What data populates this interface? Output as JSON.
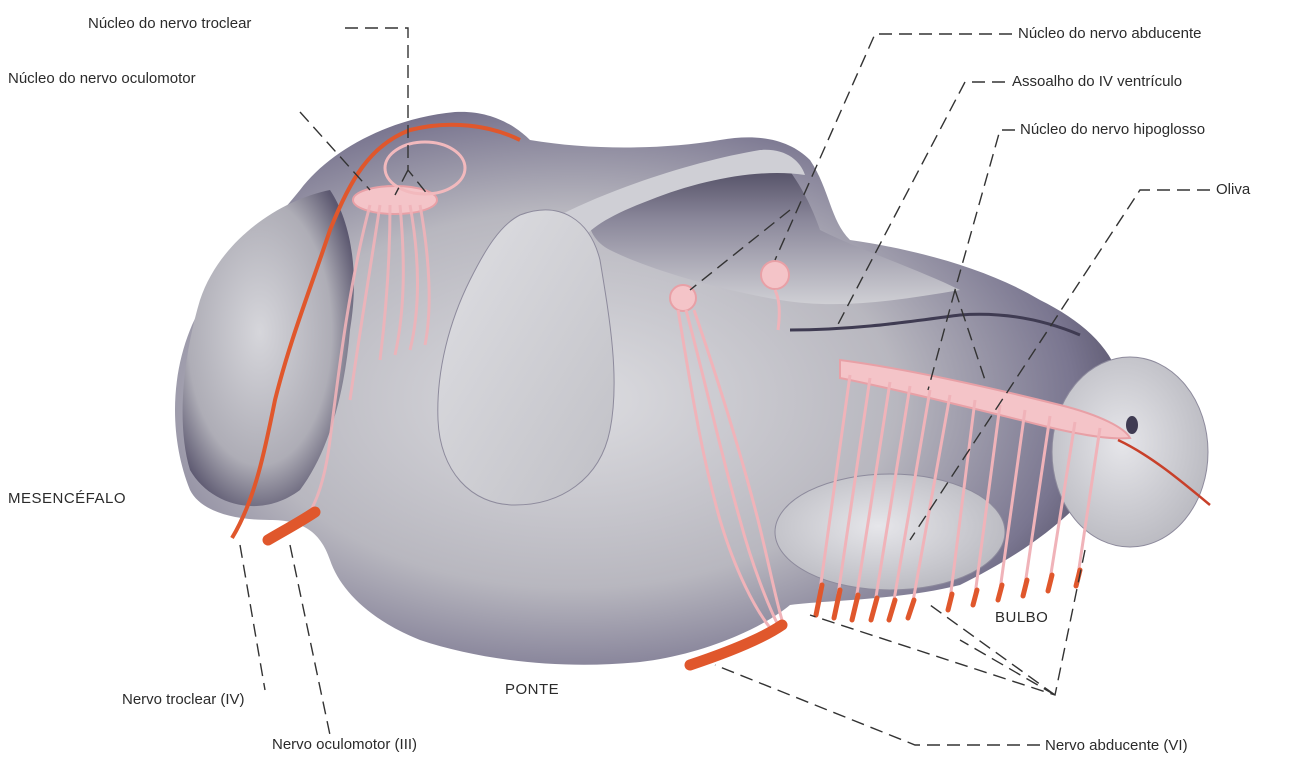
{
  "labels": {
    "nucleo_troclear": "Núcleo do nervo troclear",
    "nucleo_oculomotor": "Núcleo do nervo oculomotor",
    "nucleo_abducente": "Núcleo do nervo abducente",
    "assoalho_iv_ventriculo": "Assoalho do IV ventrículo",
    "nucleo_hipoglosso": "Núcleo do nervo hipoglosso",
    "oliva": "Oliva",
    "nervo_troclear": "Nervo troclear (IV)",
    "nervo_oculomotor": "Nervo oculomotor (III)",
    "nervo_abducente": "Nervo abducente (VI)"
  },
  "regions": {
    "mesencefalo": "MESENCÉFALO",
    "ponte": "PONTE",
    "bulbo": "BULBO"
  },
  "colors": {
    "background": "#ffffff",
    "brainstem_light": "#c3c3c7",
    "brainstem_shadow": "#4e4a60",
    "nerve_orange": "#e0572c",
    "nucleus_pink": "#f2b9bd",
    "leader_line": "#333333",
    "label_text": "#2b2b2b"
  }
}
